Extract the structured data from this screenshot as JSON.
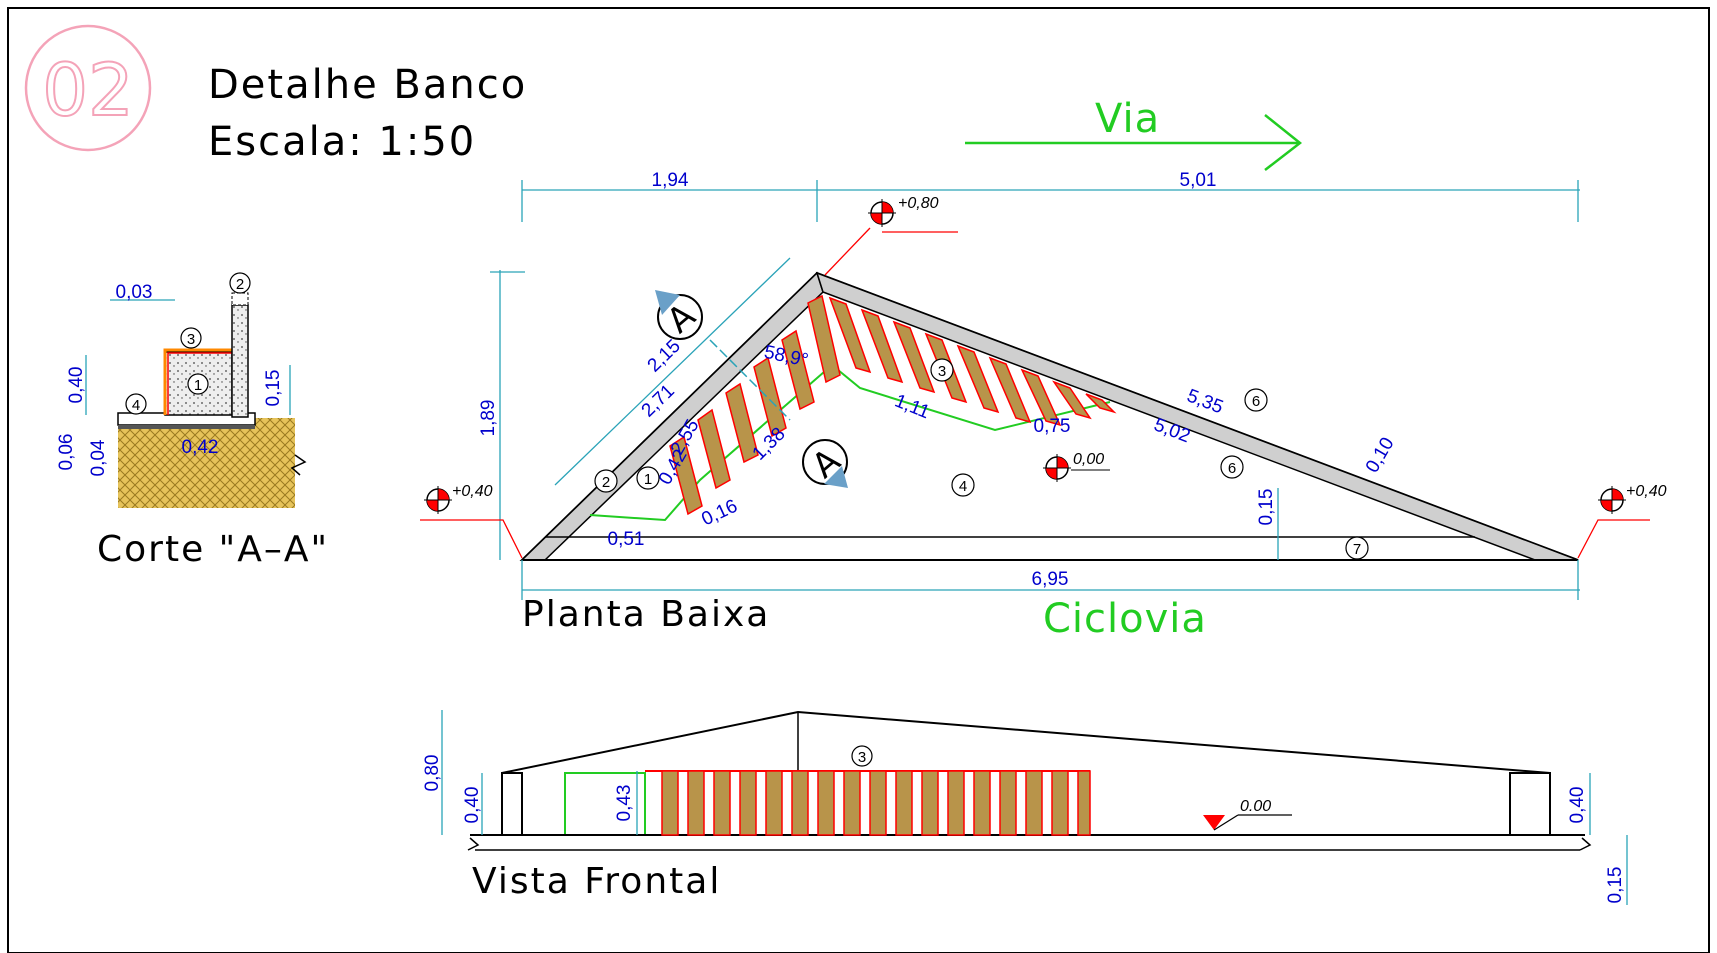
{
  "sheet": {
    "number": "02",
    "title": "Detalhe Banco",
    "scale": "Escala: 1:50",
    "colors": {
      "dimension": "#0000cc",
      "dim_line": "#2aa3b8",
      "green": "#22cc22",
      "red": "#ff0000",
      "wood": "#b8944a",
      "concrete": "#cccccc"
    }
  },
  "plan": {
    "label": "Planta Baixa",
    "via_label": "Via",
    "ciclovia_label": "Ciclovia",
    "dims": {
      "top_left": "1,94",
      "top_right": "5,01",
      "height": "1,89",
      "bottom": "6,95",
      "d_215": "2,15",
      "d_271": "2,71",
      "d_255": "2,55",
      "d_042": "0,42",
      "d_138": "1,38",
      "d_111": "1,11",
      "d_075": "0,75",
      "d_016": "0,16",
      "d_051": "0,51",
      "d_535": "5,35",
      "d_502": "5,02",
      "d_010": "0,10",
      "d_015": "0,15",
      "angle": "58,9°"
    },
    "levels": {
      "top": "+0,80",
      "left": "+0,40",
      "right": "+0,40",
      "center": "0,00"
    },
    "markers": [
      "1",
      "2",
      "3",
      "4",
      "6",
      "6",
      "7"
    ],
    "section_mark": "A"
  },
  "section": {
    "label": "Corte \"A–A\"",
    "dims": {
      "d_003": "0,03",
      "d_040": "0,40",
      "d_015": "0,15",
      "d_006": "0,06",
      "d_004": "0,04",
      "d_042": "0,42"
    },
    "markers": [
      "2",
      "3",
      "1",
      "4"
    ]
  },
  "front": {
    "label": "Vista Frontal",
    "dims": {
      "d_080": "0,80",
      "d_040_left": "0,40",
      "d_043": "0,43",
      "d_040_right": "0,40",
      "d_015": "0,15"
    },
    "level": "0.00",
    "marker": "3"
  }
}
